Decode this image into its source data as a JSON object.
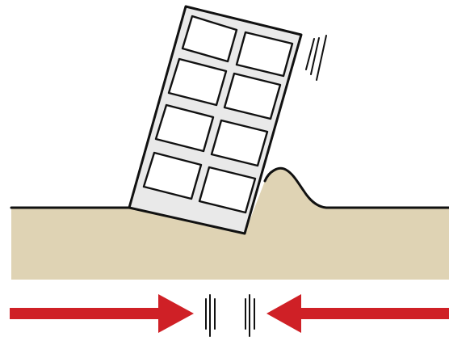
{
  "diagram": {
    "colors": {
      "background": "#ffffff",
      "ground_fill": "#dfd3b4",
      "ground_outline": "#111111",
      "building_frame": "#e9e9e9",
      "building_outline": "#111111",
      "window_fill": "#ffffff",
      "arrow_fill": "#cf2026",
      "vibration_mark": "#111111"
    },
    "elements": {
      "building_window_count": 8,
      "arrow_directions": [
        "right",
        "left"
      ],
      "vibration_mark_groups": 3
    }
  }
}
